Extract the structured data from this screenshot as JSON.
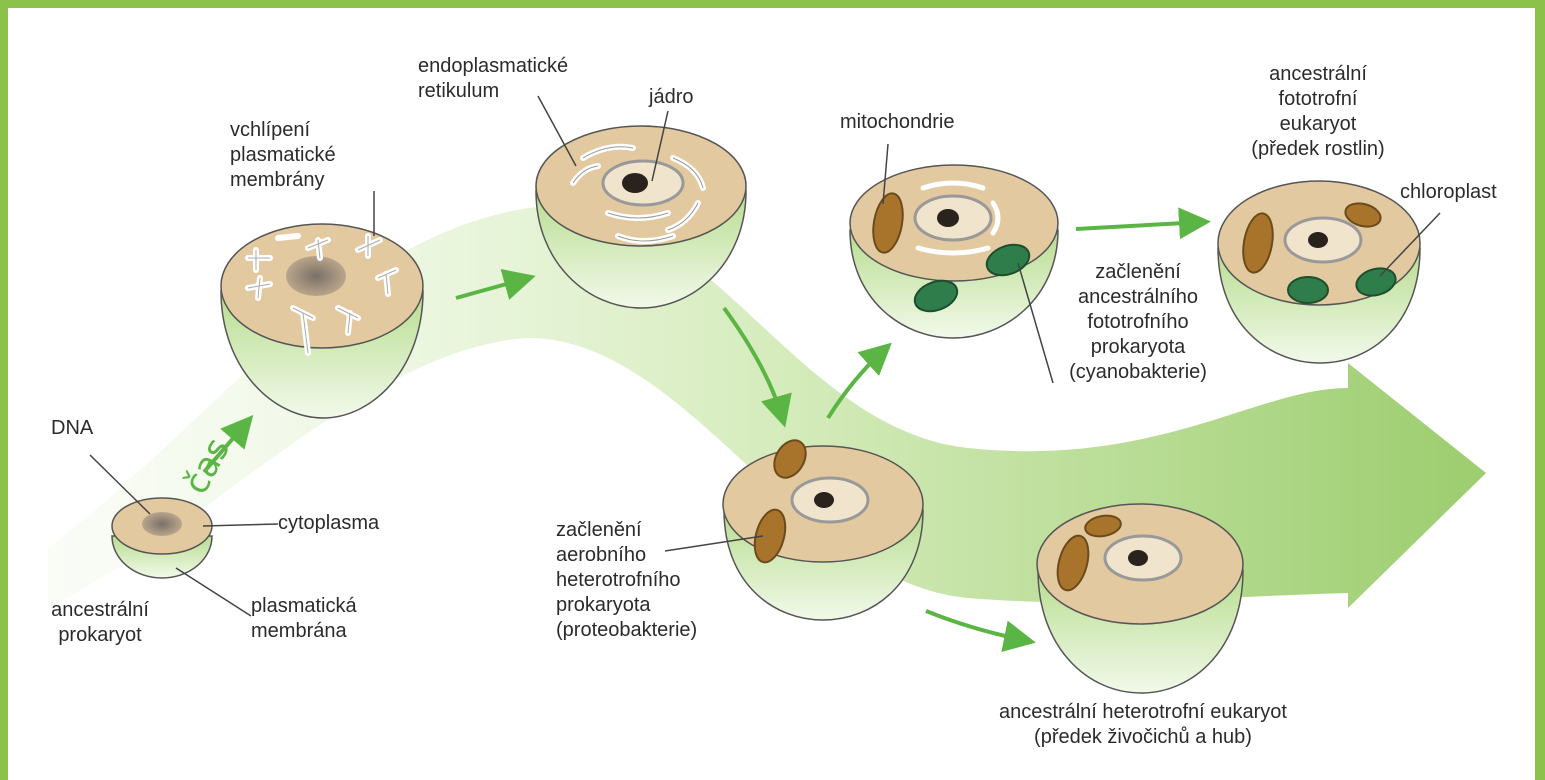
{
  "labels": {
    "dna": "DNA",
    "time": "čas",
    "cytoplasm": "cytoplasma",
    "plasma_membrane": "plasmatická\nmembrána",
    "ancestral_prokaryote": "ancestrální\nprokaryot",
    "infolding": "vchlípení\nplasmatické\nmembrány",
    "er": "endoplasmatické\nretikulum",
    "nucleus": "jádro",
    "mitochondria": "mitochondrie",
    "photo_eukaryote": "ancestrální\nfototrofní\neukaryot\n(předek rostlin)",
    "chloroplast": "chloroplast",
    "incorp_photo": "začlenění\nancestrálního\nfototrofního\nprokaryota\n(cyanobakterie)",
    "incorp_aerobic": "začlenění\naerobního\nheterotrofního\nprokaryota\n(proteobakterie)",
    "hetero_eukaryote": "ancestrální heterotrofní eukaryot\n(předek živočichů a hub)"
  },
  "colors": {
    "frame": "#8bc34a",
    "arrow": "#5bb545",
    "cytoplasm": "#e3c9a0",
    "cell_green": "#c9e6a6",
    "mitochondrion": "#a8742c",
    "chloroplast": "#2e7d4a"
  }
}
